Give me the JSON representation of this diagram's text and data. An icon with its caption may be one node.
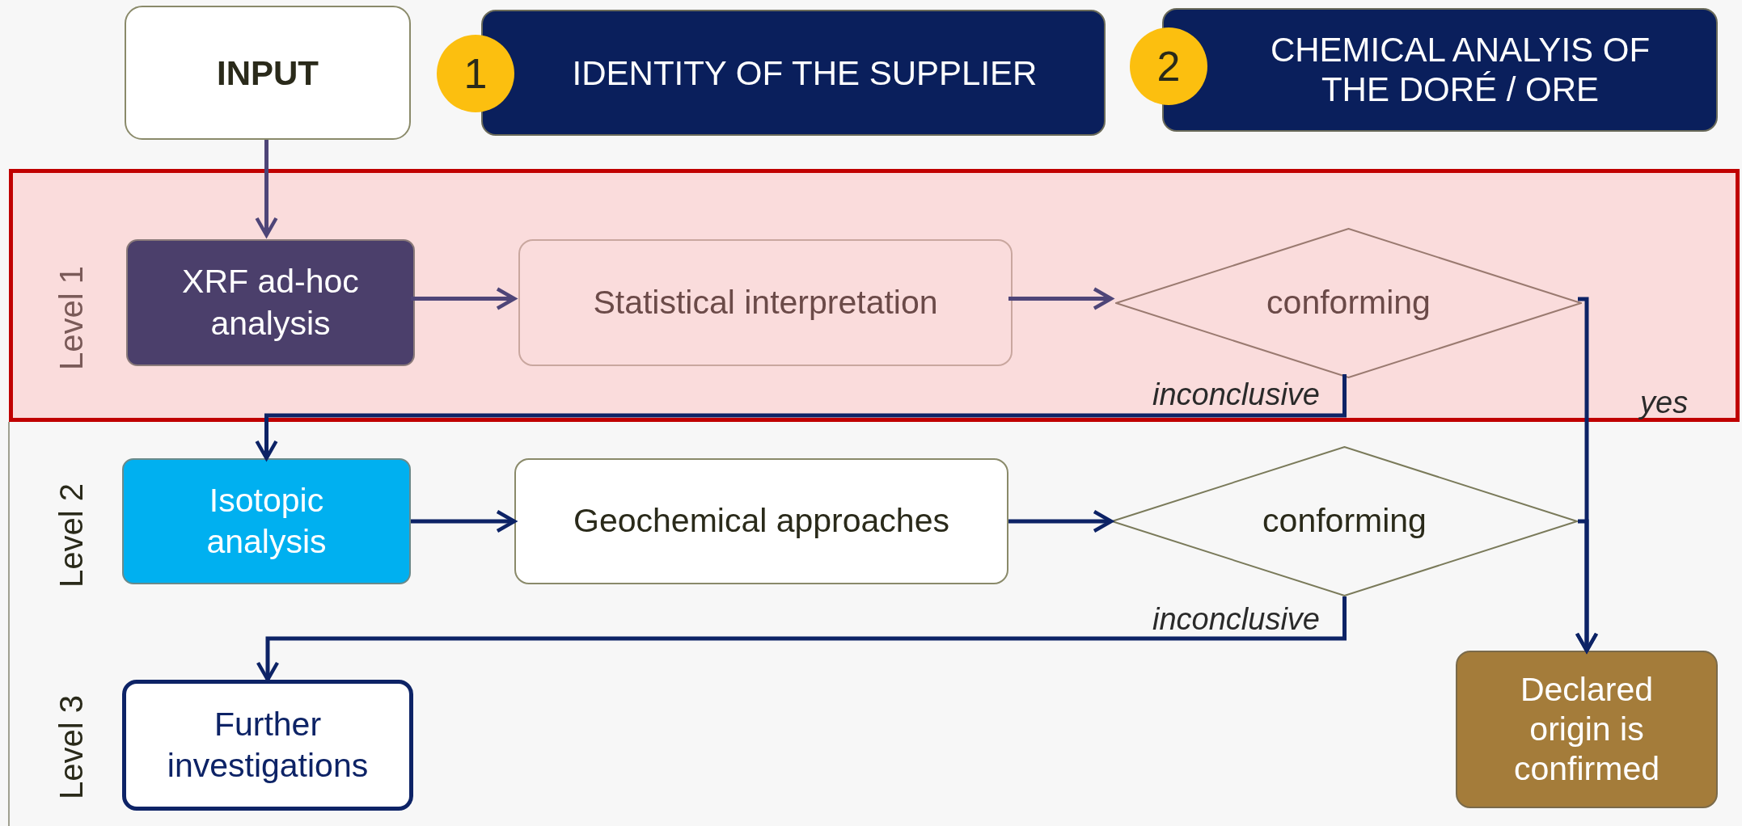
{
  "diagram": {
    "nodes": [
      {
        "text": [
          "INPUT"
        ]
      },
      {
        "text": [
          "1"
        ]
      },
      {
        "text": [
          "IDENTITY OF THE SUPPLIER"
        ]
      },
      {
        "text": [
          "2"
        ]
      },
      {
        "text": [
          "CHEMICAL ANALYIS OF THE DORÉ / ORE"
        ]
      },
      {
        "text": [
          "Level 1"
        ]
      },
      {
        "text": [
          "XRF ad-hoc analysis"
        ],
        "in": 5
      },
      {
        "text": [
          "Statistical interpretation"
        ],
        "in": 5
      },
      {
        "text": [
          "conforming"
        ],
        "in": 5
      },
      {
        "text": [
          "Isotopic analysis"
        ]
      },
      {
        "text": [
          "Geochemical approaches"
        ]
      },
      {
        "text": [
          "conforming"
        ]
      },
      {
        "text": [
          "Further investigations"
        ]
      },
      {
        "text": [
          "Declared origin is confirmed"
        ]
      }
    ],
    "edges": [
      {
        "from": 0,
        "to": 6,
        "arrow": "to",
        "color": "#4e4578"
      },
      {
        "from": 6,
        "to": 7,
        "arrow": "to",
        "color": "#4e4578"
      },
      {
        "from": 7,
        "to": 8,
        "arrow": "to",
        "color": "#4e4578"
      },
      {
        "from": 8,
        "to": 9,
        "arrow": "to",
        "label": "inconclusive"
      },
      {
        "from": 8,
        "to": 13,
        "arrow": "to",
        "label": "yes"
      },
      {
        "from": 9,
        "to": 10,
        "arrow": "to"
      },
      {
        "from": 10,
        "to": 11,
        "arrow": "to"
      },
      {
        "from": 11,
        "to": 12,
        "arrow": "to",
        "label": "inconclusive"
      },
      {
        "from": 11,
        "to": 13,
        "arrow": "to"
      }
    ],
    "labels": [
      "Level 2",
      "Level 3"
    ]
  }
}
